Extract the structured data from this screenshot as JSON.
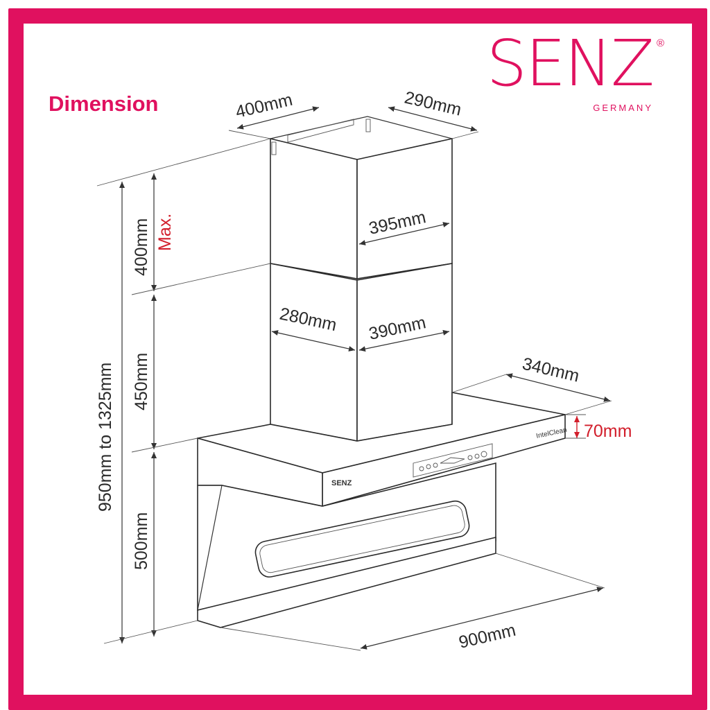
{
  "title": "Dimension",
  "brand": {
    "name": "SENZ",
    "registered": "®",
    "subtitle": "GERMANY"
  },
  "dimensions": {
    "chimney_top_width": "400mm",
    "chimney_top_depth": "290mm",
    "upper_chimney_height": "400mm",
    "upper_chimney_note": "Max.",
    "upper_chimney_width": "395mm",
    "lower_chimney_depth": "280mm",
    "lower_chimney_width": "390mm",
    "lower_chimney_height": "450mm",
    "overall_height": "950mm to 1325mm",
    "hood_depth": "340mm",
    "hood_thickness": "70mm",
    "hood_body_height": "500mm",
    "hood_width": "900mm"
  },
  "product_labels": {
    "front_logo": "SENZ",
    "panel_label": "IntelClean"
  },
  "colors": {
    "brand": "#e0115f",
    "note": "#d21e2b",
    "line": "#2a2a2a"
  }
}
